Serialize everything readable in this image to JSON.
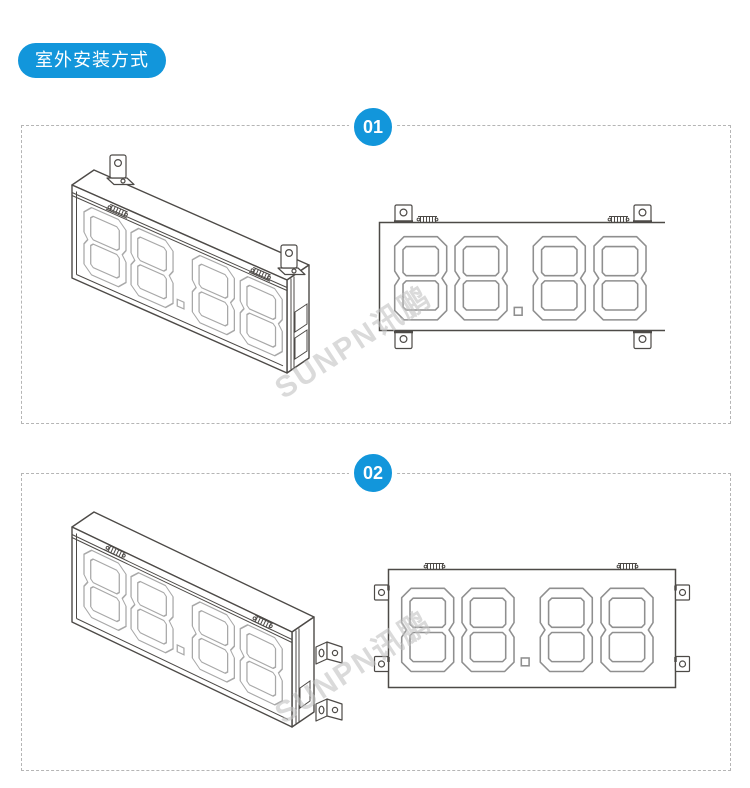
{
  "header": {
    "title": "室外安装方式"
  },
  "watermark": {
    "text": "SUNPN讯鹏"
  },
  "sections": [
    {
      "number": "01",
      "display_value": "88.88",
      "mounting": "top-and-bottom-brackets",
      "views": {
        "left": "led-display-3d-perspective",
        "right": "led-display-front-view"
      }
    },
    {
      "number": "02",
      "display_value": "88.88",
      "mounting": "side-brackets",
      "views": {
        "left": "led-display-3d-perspective",
        "right": "led-display-front-view"
      }
    }
  ],
  "colors": {
    "accent_blue": "#1296db",
    "line": "#4d4a47",
    "digit_line_front": "#8f8f8f",
    "digit_line_iso": "#a8a8a8",
    "panel_dash": "#b5b5b5",
    "watermark": "#c2c2c2"
  }
}
